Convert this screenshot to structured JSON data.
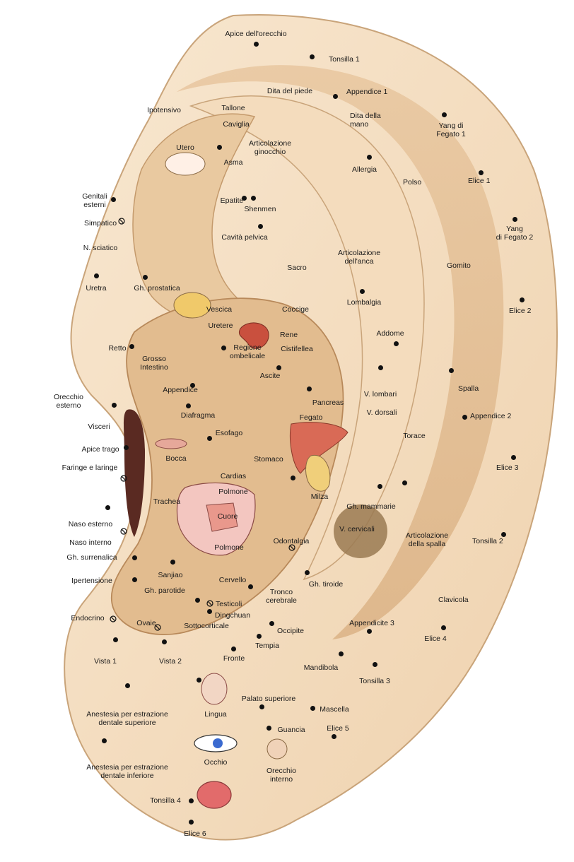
{
  "colors": {
    "skin_light": "#f6e2c8",
    "skin_mid": "#eacba4",
    "skin_shadow": "#d9b285",
    "outline": "#8a6a45",
    "dark_canal": "#5a2a22",
    "point": "#111111"
  },
  "labels": [
    "Apice dell'orecchio",
    "Tonsilla 1",
    "Dita del piede",
    "Appendice 1",
    "Ipotensivo",
    "Tallone",
    "Caviglia",
    "Dita della\nmano",
    "Yang di\nFegato 1",
    "Articolazione\nginocchio",
    "Utero",
    "Asma",
    "Allergia",
    "Elice 1",
    "Genitali\nesterni",
    "Epatite",
    "Shenmen",
    "Polso",
    "Simpatico",
    "Yang\ndi Fegato 2",
    "N. sciatico",
    "Cavità pelvica",
    "Articolazione\ndell'anca",
    "Sacro",
    "Gomito",
    "Uretra",
    "Gh. prostatica",
    "Vescica",
    "Coccige",
    "Lombalgia",
    "Elice 2",
    "Uretere",
    "Rene",
    "Addome",
    "Retto",
    "Regione\nombelicale",
    "Cistifellea",
    "Grosso\nIntestino",
    "Ascite",
    "Spalla",
    "Appendice",
    "Pancreas",
    "V. lombari",
    "Orecchio\nesterno",
    "Diafragma",
    "V. dorsali",
    "Appendice 2",
    "Visceri",
    "Fegato",
    "Esofago",
    "Torace",
    "Apice trago",
    "Bocca",
    "Faringe e laringe",
    "Stomaco",
    "Elice 3",
    "Cardias",
    "Polmone",
    "Milza",
    "Trachea",
    "Gh. mammarie",
    "Cuore",
    "Naso esterno",
    "V. cervicali",
    "Naso interno",
    "Polmone",
    "Odontalgia",
    "Articolazione\ndella spalla",
    "Tonsilla 2",
    "Gh. surrenalica",
    "Sanjiao",
    "Ipertensione",
    "Gh. parotide",
    "Cervello",
    "Tronco\ncerebrale",
    "Gh. tiroide",
    "Testicoli",
    "Clavicola",
    "Dingchuan",
    "Endocrino",
    "Ovaie",
    "Sottocorticale",
    "Appendicite 3",
    "Occipite",
    "Elice 4",
    "Tempia",
    "Vista 1",
    "Vista 2",
    "Fronte",
    "Mandibola",
    "Tonsilla 3",
    "Palato superiore",
    "Lingua",
    "Mascella",
    "Anestesia per estrazione\ndentale superiore",
    "Guancia",
    "Elice 5",
    "Occhio",
    "Anestesia per estrazione\ndentale inferiore",
    "Orecchio\ninterno",
    "Tonsilla 4",
    "Elice 6"
  ]
}
